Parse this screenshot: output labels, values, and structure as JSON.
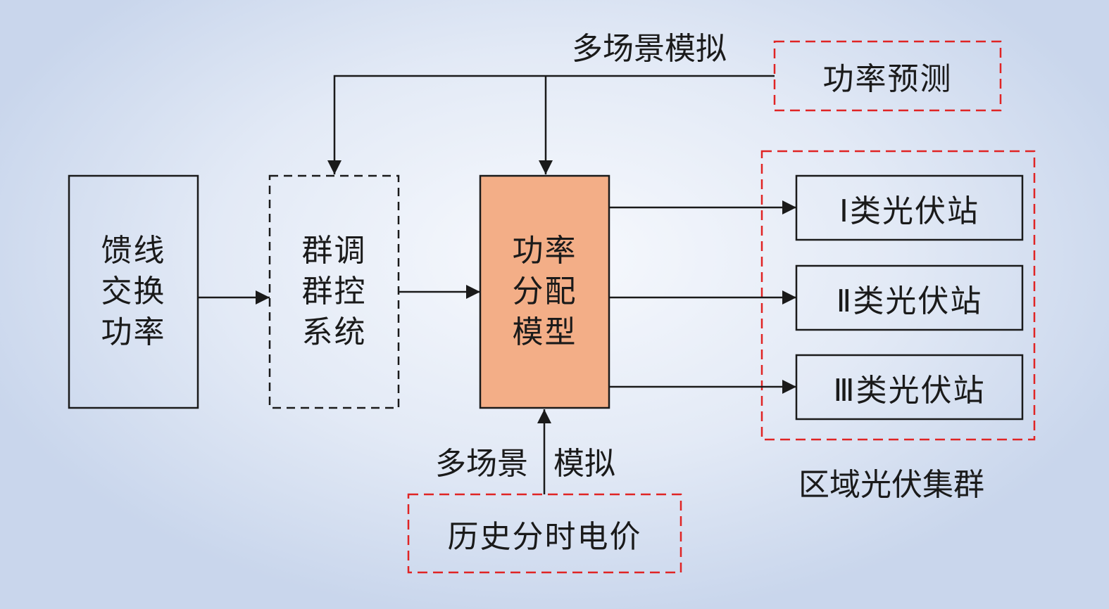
{
  "blocks": {
    "feeder": {
      "lines": [
        "馈线",
        "交换",
        "功率"
      ]
    },
    "group_control": {
      "lines": [
        "群调",
        "群控",
        "系统"
      ]
    },
    "allocation_model": {
      "lines": [
        "功率",
        "分配",
        "模型"
      ]
    }
  },
  "stations": [
    {
      "label": "Ⅰ类光伏站"
    },
    {
      "label": "Ⅱ类光伏站"
    },
    {
      "label": "Ⅲ类光伏站"
    }
  ],
  "inputs": {
    "power_forecast": "功率预测",
    "price_history": "历史分时电价"
  },
  "annotations": {
    "top_scenario": "多场景模拟",
    "bottom_scenario_left": "多场景",
    "bottom_scenario_right": "模拟",
    "cluster_label": "区域光伏集群"
  },
  "colors": {
    "model_fill": "#f3ae87",
    "dashed_red": "#e02424",
    "line": "#1a1a1a"
  }
}
